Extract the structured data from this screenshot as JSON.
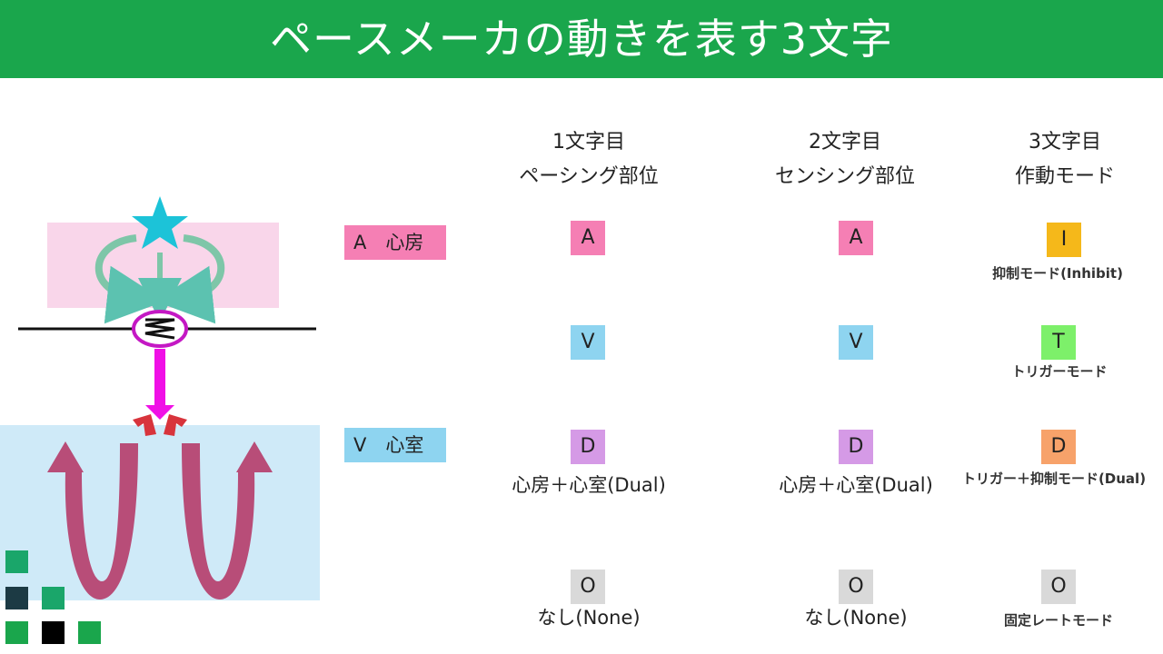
{
  "title": "ペースメーカの動きを表す3文字",
  "legend": {
    "atrium": "A　心房",
    "ventricle": "V　心室"
  },
  "columns": [
    {
      "heading_line1": "1文字目",
      "heading_line2": "ペーシング部位",
      "items": [
        {
          "letter": "A",
          "caption": ""
        },
        {
          "letter": "V",
          "caption": ""
        },
        {
          "letter": "D",
          "caption": "心房＋心室(Dual)"
        },
        {
          "letter": "O",
          "caption": "なし(None)"
        }
      ]
    },
    {
      "heading_line1": "2文字目",
      "heading_line2": "センシング部位",
      "items": [
        {
          "letter": "A",
          "caption": ""
        },
        {
          "letter": "V",
          "caption": ""
        },
        {
          "letter": "D",
          "caption": "心房＋心室(Dual)"
        },
        {
          "letter": "O",
          "caption": "なし(None)"
        }
      ]
    },
    {
      "heading_line1": "3文字目",
      "heading_line2": "作動モード",
      "items": [
        {
          "letter": "I",
          "caption": "抑制モード(Inhibit)"
        },
        {
          "letter": "T",
          "caption": "トリガーモード"
        },
        {
          "letter": "D",
          "caption": "トリガー＋抑制モード(Dual)"
        },
        {
          "letter": "O",
          "caption": "固定レートモード"
        }
      ]
    }
  ],
  "colors": {
    "banner": "#1aa64c",
    "atrium_pink": "#f57fb4",
    "ventricle_blue": "#8ed4f0",
    "dual_purple": "#d59ae6",
    "none_gray": "#d9d9d9",
    "inhibit_yellow": "#f5b81a",
    "trigger_green": "#7df06a",
    "dual_orange": "#f7a26a"
  }
}
